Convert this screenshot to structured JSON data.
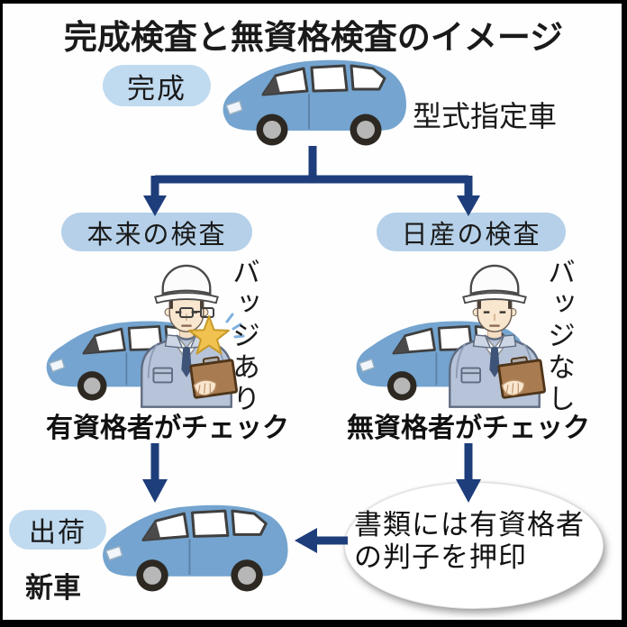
{
  "title": "完成検査と無資格検査のイメージ",
  "flow_top": {
    "stage_label": "完成",
    "vehicle_label": "型式指定車"
  },
  "branch_left": {
    "header": "本来の検査",
    "badge_note": "バッジあり",
    "caption": "有資格者がチェック"
  },
  "branch_right": {
    "header": "日産の検査",
    "badge_note": "バッジなし",
    "caption": "無資格者がチェック"
  },
  "flow_bottom": {
    "stage_label": "出荷",
    "vehicle_label": "新車",
    "note_line1": "書類には有資格者",
    "note_line2": "の判子を押印"
  },
  "icons": {
    "car": "car-icon",
    "qualified_inspector": "inspector-with-badge-icon",
    "unqualified_inspector": "inspector-no-badge-icon",
    "badge": "star-badge-icon",
    "connector": "flow-arrow-connector"
  },
  "colors": {
    "arrow_navy": "#1e3d7b",
    "pill_blue": "#b5d0e8",
    "pill_blue_light": "#c0daf0",
    "car_blue": "#74a4cf",
    "window_outline": "#3f3f3f",
    "uniform_gray_blue": "#b6c3d8",
    "clipboard_brown": "#a87c50",
    "star_gold": "#f1c24f",
    "sparkle_blue": "#7fb0df",
    "text": "#111111"
  }
}
